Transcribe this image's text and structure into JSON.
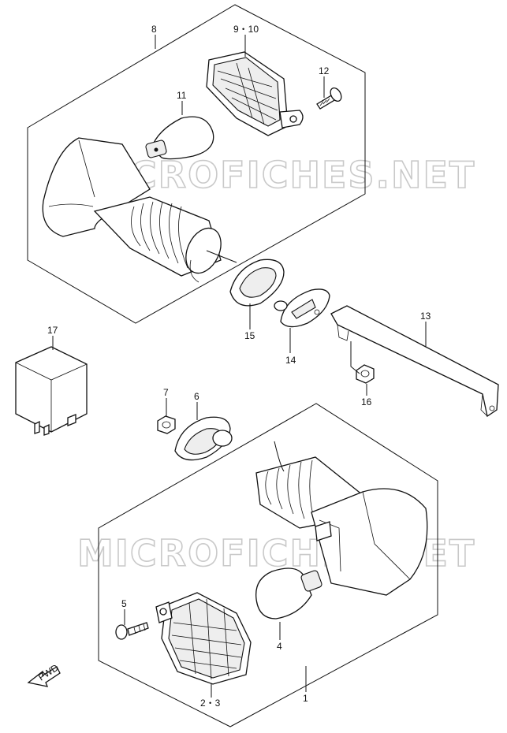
{
  "watermark": "MICROFICHES.NET",
  "direction_label": "FWD",
  "callouts": {
    "c1": "1",
    "c23": "2・3",
    "c4": "4",
    "c5": "5",
    "c6": "6",
    "c7": "7",
    "c8": "8",
    "c910": "9・10",
    "c11": "11",
    "c12": "12",
    "c13": "13",
    "c14": "14",
    "c15": "15",
    "c16": "16",
    "c17": "17"
  }
}
